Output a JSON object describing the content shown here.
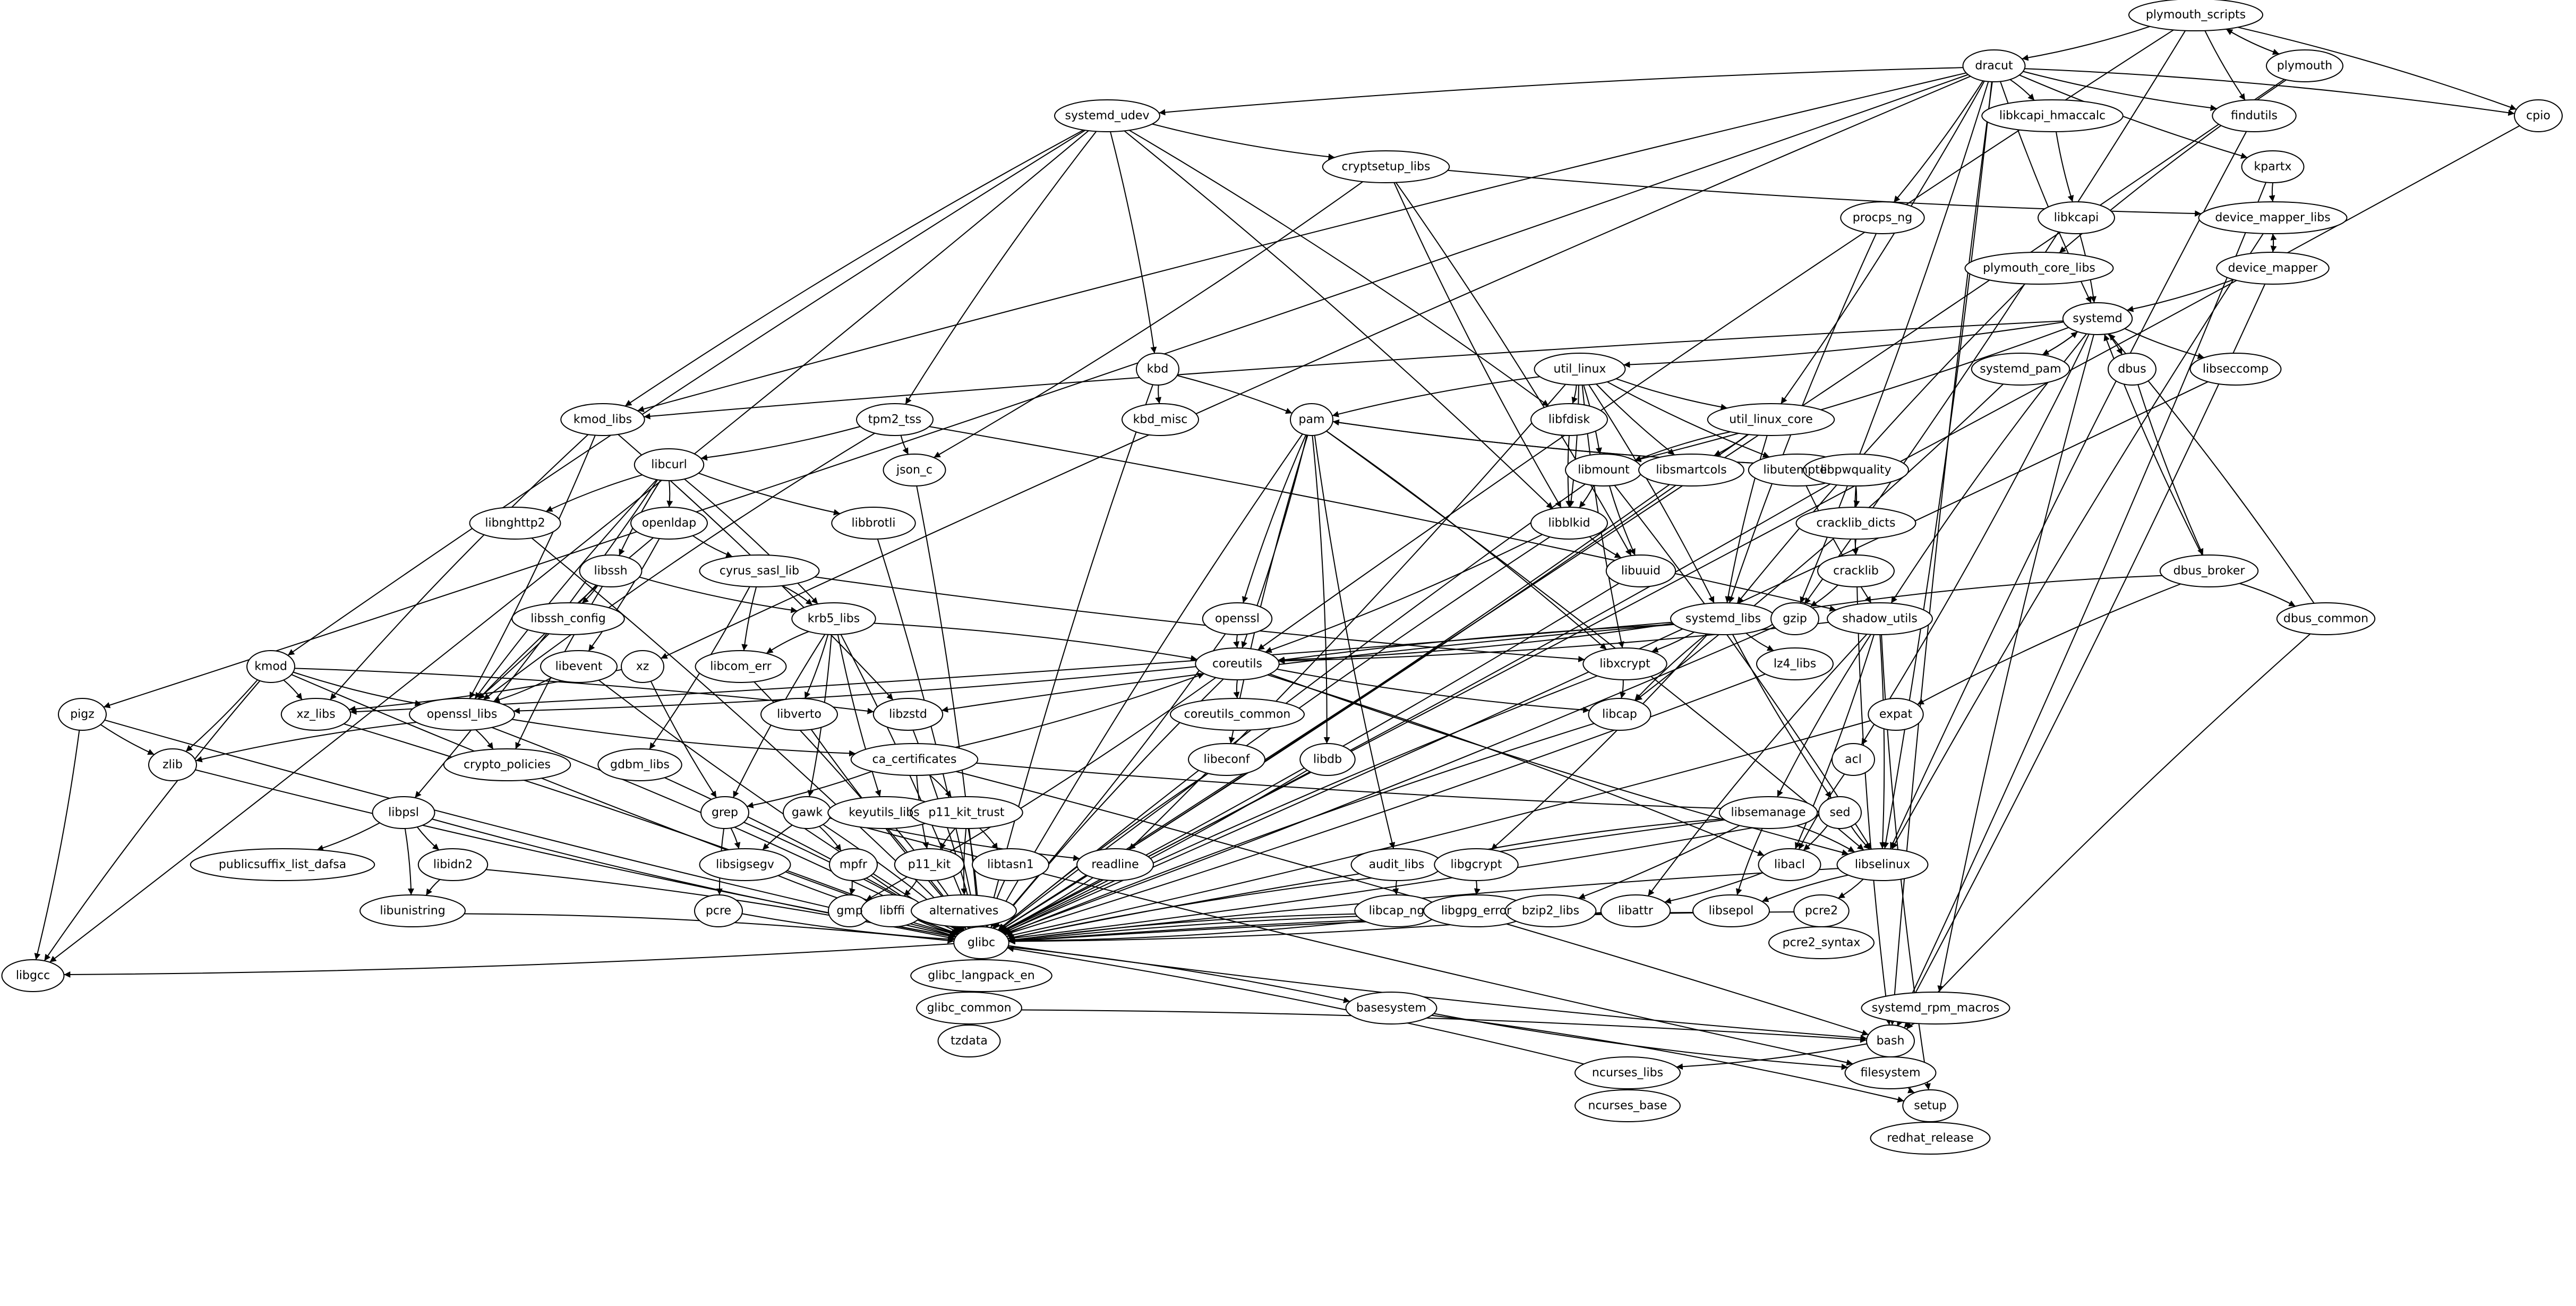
{
  "diagram": {
    "type": "dependency-graph",
    "colors": {
      "stroke": "#000000",
      "fill": "#ffffff",
      "text": "#000000"
    },
    "nodes": [
      "plymouth_scripts",
      "dracut",
      "plymouth",
      "systemd_udev",
      "libkcapi_hmaccalc",
      "findutils",
      "cpio",
      "cryptsetup_libs",
      "kpartx",
      "procps_ng",
      "libkcapi",
      "device_mapper_libs",
      "plymouth_core_libs",
      "device_mapper",
      "systemd",
      "systemd_pam",
      "dbus",
      "libseccomp",
      "util_linux",
      "kbd",
      "kmod_libs",
      "tpm2_tss",
      "kbd_misc",
      "pam",
      "libfdisk",
      "util_linux_core",
      "json_c",
      "libcurl",
      "libmount",
      "libsmartcols",
      "libutempter",
      "libpwquality",
      "libnghttp2",
      "openldap",
      "libbrotli",
      "libblkid",
      "cracklib_dicts",
      "libssh",
      "cyrus_sasl_lib",
      "libuuid",
      "cracklib",
      "dbus_broker",
      "libssh_config",
      "krb5_libs",
      "openssl",
      "systemd_libs",
      "gzip",
      "shadow_utils",
      "dbus_common",
      "kmod",
      "libevent",
      "xz",
      "libcom_err",
      "coreutils",
      "libxcrypt",
      "lz4_libs",
      "pigz",
      "xz_libs",
      "openssl_libs",
      "libverto",
      "libzstd",
      "coreutils_common",
      "libcap",
      "expat",
      "zlib",
      "crypto_policies",
      "gdbm_libs",
      "ca_certificates",
      "libeconf",
      "libdb",
      "acl",
      "libpsl",
      "grep",
      "gawk",
      "keyutils_libs",
      "p11_kit_trust",
      "libsemanage",
      "sed",
      "publicsuffix_list_dafsa",
      "libidn2",
      "libsigsegv",
      "mpfr",
      "p11_kit",
      "libtasn1",
      "readline",
      "audit_libs",
      "libgcrypt",
      "libacl",
      "libselinux",
      "libunistring",
      "pcre",
      "gmp",
      "libffi",
      "alternatives",
      "libcap_ng",
      "libgpg_error",
      "bzip2_libs",
      "libattr",
      "libsepol",
      "pcre2",
      "libgcc",
      "glibc",
      "pcre2_syntax",
      "glibc_langpack_en",
      "glibc_common",
      "basesystem",
      "systemd_rpm_macros",
      "tzdata",
      "bash",
      "ncurses_libs",
      "filesystem",
      "ncurses_base",
      "setup",
      "redhat_release"
    ],
    "edges": [
      [
        "plymouth_scripts",
        "dracut"
      ],
      [
        "plymouth_scripts",
        "plymouth"
      ],
      [
        "plymouth",
        "plymouth_scripts"
      ],
      [
        "plymouth_scripts",
        "findutils"
      ],
      [
        "plymouth_scripts",
        "cpio"
      ],
      [
        "plymouth_scripts",
        "coreutils"
      ],
      [
        "plymouth_scripts",
        "gzip"
      ],
      [
        "plymouth",
        "plymouth_core_libs"
      ],
      [
        "plymouth",
        "glibc"
      ],
      [
        "dracut",
        "systemd_udev"
      ],
      [
        "dracut",
        "libkcapi_hmaccalc"
      ],
      [
        "dracut",
        "findutils"
      ],
      [
        "dracut",
        "cpio"
      ],
      [
        "dracut",
        "kpartx"
      ],
      [
        "dracut",
        "procps_ng"
      ],
      [
        "dracut",
        "systemd"
      ],
      [
        "dracut",
        "util_linux_core"
      ],
      [
        "dracut",
        "kmod_libs"
      ],
      [
        "dracut",
        "pigz"
      ],
      [
        "dracut",
        "xz"
      ],
      [
        "dracut",
        "gzip"
      ],
      [
        "dracut",
        "bash"
      ],
      [
        "dracut",
        "libselinux"
      ],
      [
        "systemd_udev",
        "cryptsetup_libs"
      ],
      [
        "systemd_udev",
        "kbd"
      ],
      [
        "systemd_udev",
        "tpm2_tss"
      ],
      [
        "systemd_udev",
        "libfdisk"
      ],
      [
        "systemd_udev",
        "kmod"
      ],
      [
        "systemd_udev",
        "libgcc"
      ],
      [
        "systemd_udev",
        "kmod_libs"
      ],
      [
        "systemd_udev",
        "libblkid"
      ],
      [
        "cryptsetup_libs",
        "device_mapper_libs"
      ],
      [
        "cryptsetup_libs",
        "json_c"
      ],
      [
        "cryptsetup_libs",
        "libblkid"
      ],
      [
        "cryptsetup_libs",
        "libuuid"
      ],
      [
        "libkcapi_hmaccalc",
        "libkcapi"
      ],
      [
        "libkcapi",
        "systemd"
      ],
      [
        "kpartx",
        "device_mapper_libs"
      ],
      [
        "kpartx",
        "bash"
      ],
      [
        "findutils",
        "libselinux"
      ],
      [
        "cpio",
        "glibc"
      ],
      [
        "procps_ng",
        "systemd_libs"
      ],
      [
        "device_mapper_libs",
        "device_mapper"
      ],
      [
        "device_mapper",
        "device_mapper_libs"
      ],
      [
        "device_mapper",
        "systemd"
      ],
      [
        "device_mapper_libs",
        "libselinux"
      ],
      [
        "device_mapper",
        "bash"
      ],
      [
        "plymouth_core_libs",
        "systemd_libs"
      ],
      [
        "systemd",
        "systemd_pam"
      ],
      [
        "systemd_pam",
        "systemd"
      ],
      [
        "systemd",
        "dbus"
      ],
      [
        "systemd",
        "libseccomp"
      ],
      [
        "systemd",
        "util_linux"
      ],
      [
        "systemd",
        "kmod_libs"
      ],
      [
        "systemd",
        "libmount"
      ],
      [
        "systemd",
        "shadow_utils"
      ],
      [
        "systemd",
        "acl"
      ],
      [
        "systemd",
        "systemd_rpm_macros"
      ],
      [
        "dbus_broker",
        "systemd"
      ],
      [
        "dbus_common",
        "systemd"
      ],
      [
        "systemd_pam",
        "libcap"
      ],
      [
        "dbus",
        "dbus_broker"
      ],
      [
        "libseccomp",
        "glibc"
      ],
      [
        "util_linux",
        "pam"
      ],
      [
        "util_linux",
        "libfdisk"
      ],
      [
        "util_linux",
        "util_linux_core"
      ],
      [
        "util_linux",
        "libmount"
      ],
      [
        "util_linux",
        "libsmartcols"
      ],
      [
        "util_linux",
        "libblkid"
      ],
      [
        "util_linux",
        "libutempter"
      ],
      [
        "util_linux",
        "systemd_libs"
      ],
      [
        "util_linux",
        "libxcrypt"
      ],
      [
        "util_linux",
        "readline"
      ],
      [
        "util_linux_core",
        "libmount"
      ],
      [
        "util_linux_core",
        "libsmartcols"
      ],
      [
        "util_linux_core",
        "systemd_libs"
      ],
      [
        "util_linux_core",
        "glibc"
      ],
      [
        "kbd",
        "kbd_misc"
      ],
      [
        "kbd",
        "pam"
      ],
      [
        "kbd",
        "glibc"
      ],
      [
        "kmod_libs",
        "openssl_libs"
      ],
      [
        "kmod_libs",
        "xz_libs"
      ],
      [
        "kmod_libs",
        "libzstd"
      ],
      [
        "tpm2_tss",
        "json_c"
      ],
      [
        "tpm2_tss",
        "libcurl"
      ],
      [
        "tpm2_tss",
        "openssl_libs"
      ],
      [
        "tpm2_tss",
        "shadow_utils"
      ],
      [
        "pam",
        "libpwquality"
      ],
      [
        "libpwquality",
        "pam"
      ],
      [
        "pam",
        "openssl"
      ],
      [
        "pam",
        "coreutils"
      ],
      [
        "pam",
        "libeconf"
      ],
      [
        "pam",
        "libdb"
      ],
      [
        "pam",
        "audit_libs"
      ],
      [
        "pam",
        "libxcrypt"
      ],
      [
        "pam",
        "glibc"
      ],
      [
        "pam",
        "libselinux"
      ],
      [
        "libfdisk",
        "libblkid"
      ],
      [
        "json_c",
        "glibc"
      ],
      [
        "libcurl",
        "libnghttp2"
      ],
      [
        "libcurl",
        "openldap"
      ],
      [
        "libcurl",
        "libssh"
      ],
      [
        "libcurl",
        "krb5_libs"
      ],
      [
        "libcurl",
        "libbrotli"
      ],
      [
        "libcurl",
        "libpsl"
      ],
      [
        "libcurl",
        "openssl_libs"
      ],
      [
        "libmount",
        "libblkid"
      ],
      [
        "libmount",
        "libuuid"
      ],
      [
        "libmount",
        "libselinux"
      ],
      [
        "libmount",
        "glibc"
      ],
      [
        "libsmartcols",
        "glibc"
      ],
      [
        "libutempter",
        "shadow_utils"
      ],
      [
        "libpwquality",
        "cracklib_dicts"
      ],
      [
        "libpwquality",
        "cracklib"
      ],
      [
        "libpwquality",
        "glibc"
      ],
      [
        "cracklib_dicts",
        "cracklib"
      ],
      [
        "cracklib",
        "gzip"
      ],
      [
        "cracklib",
        "bash"
      ],
      [
        "libnghttp2",
        "glibc"
      ],
      [
        "openldap",
        "cyrus_sasl_lib"
      ],
      [
        "openldap",
        "libevent"
      ],
      [
        "openldap",
        "openssl_libs"
      ],
      [
        "libbrotli",
        "glibc"
      ],
      [
        "libblkid",
        "libuuid"
      ],
      [
        "libblkid",
        "coreutils"
      ],
      [
        "libblkid",
        "glibc"
      ],
      [
        "libssh",
        "libssh_config"
      ],
      [
        "libssh",
        "krb5_libs"
      ],
      [
        "libssh",
        "openssl_libs"
      ],
      [
        "libssh",
        "crypto_policies"
      ],
      [
        "cyrus_sasl_lib",
        "krb5_libs"
      ],
      [
        "cyrus_sasl_lib",
        "libcom_err"
      ],
      [
        "cyrus_sasl_lib",
        "gdbm_libs"
      ],
      [
        "cyrus_sasl_lib",
        "libxcrypt"
      ],
      [
        "libuuid",
        "glibc"
      ],
      [
        "dbus_broker",
        "systemd_libs"
      ],
      [
        "dbus_broker",
        "dbus_common"
      ],
      [
        "dbus_broker",
        "expat"
      ],
      [
        "krb5_libs",
        "coreutils"
      ],
      [
        "krb5_libs",
        "libcom_err"
      ],
      [
        "krb5_libs",
        "libverto"
      ],
      [
        "krb5_libs",
        "keyutils_libs"
      ],
      [
        "krb5_libs",
        "gawk"
      ],
      [
        "krb5_libs",
        "grep"
      ],
      [
        "krb5_libs",
        "glibc"
      ],
      [
        "openssl",
        "coreutils"
      ],
      [
        "openssl",
        "glibc"
      ],
      [
        "systemd_libs",
        "lz4_libs"
      ],
      [
        "systemd_libs",
        "libgcrypt"
      ],
      [
        "systemd_libs",
        "libcap"
      ],
      [
        "systemd_libs",
        "xz_libs"
      ],
      [
        "systemd_libs",
        "libzstd"
      ],
      [
        "systemd_libs",
        "libxcrypt"
      ],
      [
        "systemd_libs",
        "sed"
      ],
      [
        "systemd_libs",
        "coreutils"
      ],
      [
        "gzip",
        "coreutils"
      ],
      [
        "gzip",
        "glibc"
      ],
      [
        "shadow_utils",
        "libsemanage"
      ],
      [
        "shadow_utils",
        "libacl"
      ],
      [
        "shadow_utils",
        "libattr"
      ],
      [
        "shadow_utils",
        "coreutils"
      ],
      [
        "shadow_utils",
        "setup"
      ],
      [
        "shadow_utils",
        "libselinux"
      ],
      [
        "dbus_common",
        "bash"
      ],
      [
        "kmod",
        "xz_libs"
      ],
      [
        "kmod",
        "openssl_libs"
      ],
      [
        "kmod",
        "zlib"
      ],
      [
        "kmod",
        "libgcc"
      ],
      [
        "kmod",
        "libzstd"
      ],
      [
        "kmod",
        "glibc"
      ],
      [
        "libevent",
        "openssl_libs"
      ],
      [
        "libevent",
        "glibc"
      ],
      [
        "xz",
        "xz_libs"
      ],
      [
        "xz",
        "grep"
      ],
      [
        "libcom_err",
        "glibc"
      ],
      [
        "coreutils",
        "coreutils_common"
      ],
      [
        "coreutils",
        "openssl_libs"
      ],
      [
        "coreutils",
        "libcap"
      ],
      [
        "coreutils",
        "gmp"
      ],
      [
        "coreutils",
        "libselinux"
      ],
      [
        "coreutils",
        "libacl"
      ],
      [
        "coreutils",
        "glibc"
      ],
      [
        "libxcrypt",
        "libcap"
      ],
      [
        "libxcrypt",
        "glibc"
      ],
      [
        "lz4_libs",
        "glibc"
      ],
      [
        "pigz",
        "zlib"
      ],
      [
        "pigz",
        "libgcc"
      ],
      [
        "pigz",
        "glibc"
      ],
      [
        "xz_libs",
        "glibc"
      ],
      [
        "openssl_libs",
        "zlib"
      ],
      [
        "openssl_libs",
        "crypto_policies"
      ],
      [
        "openssl_libs",
        "ca_certificates"
      ],
      [
        "openssl_libs",
        "glibc"
      ],
      [
        "libverto",
        "glibc"
      ],
      [
        "libzstd",
        "glibc"
      ],
      [
        "libcap",
        "glibc"
      ],
      [
        "expat",
        "glibc"
      ],
      [
        "zlib",
        "glibc"
      ],
      [
        "gdbm_libs",
        "glibc"
      ],
      [
        "ca_certificates",
        "coreutils"
      ],
      [
        "ca_certificates",
        "p11_kit_trust"
      ],
      [
        "ca_certificates",
        "p11_kit"
      ],
      [
        "ca_certificates",
        "grep"
      ],
      [
        "ca_certificates",
        "sed"
      ],
      [
        "ca_certificates",
        "bash"
      ],
      [
        "libeconf",
        "glibc"
      ],
      [
        "libdb",
        "glibc"
      ],
      [
        "acl",
        "libacl"
      ],
      [
        "libpsl",
        "publicsuffix_list_dafsa"
      ],
      [
        "libpsl",
        "libidn2"
      ],
      [
        "libpsl",
        "libunistring"
      ],
      [
        "libpsl",
        "glibc"
      ],
      [
        "grep",
        "libsigsegv"
      ],
      [
        "grep",
        "pcre"
      ],
      [
        "grep",
        "glibc"
      ],
      [
        "gawk",
        "libsigsegv"
      ],
      [
        "gawk",
        "mpfr"
      ],
      [
        "gawk",
        "readline"
      ],
      [
        "gawk",
        "glibc"
      ],
      [
        "gawk",
        "filesystem"
      ],
      [
        "keyutils_libs",
        "glibc"
      ],
      [
        "p11_kit_trust",
        "p11_kit"
      ],
      [
        "p11_kit_trust",
        "libtasn1"
      ],
      [
        "p11_kit_trust",
        "alternatives"
      ],
      [
        "p11_kit_trust",
        "glibc"
      ],
      [
        "libsemanage",
        "audit_libs"
      ],
      [
        "libsemanage",
        "bzip2_libs"
      ],
      [
        "libsemanage",
        "libsepol"
      ],
      [
        "libsemanage",
        "libselinux"
      ],
      [
        "libsemanage",
        "glibc"
      ],
      [
        "sed",
        "libacl"
      ],
      [
        "sed",
        "libselinux"
      ],
      [
        "sed",
        "glibc"
      ],
      [
        "libidn2",
        "libunistring"
      ],
      [
        "libidn2",
        "glibc"
      ],
      [
        "libsigsegv",
        "glibc"
      ],
      [
        "mpfr",
        "gmp"
      ],
      [
        "mpfr",
        "glibc"
      ],
      [
        "p11_kit",
        "libffi"
      ],
      [
        "libtasn1",
        "glibc"
      ],
      [
        "readline",
        "glibc"
      ],
      [
        "audit_libs",
        "libcap_ng"
      ],
      [
        "libgcrypt",
        "libgpg_error"
      ],
      [
        "libgcrypt",
        "glibc"
      ],
      [
        "libacl",
        "libattr"
      ],
      [
        "libselinux",
        "libsepol"
      ],
      [
        "libselinux",
        "pcre2"
      ],
      [
        "libselinux",
        "glibc"
      ],
      [
        "libunistring",
        "glibc"
      ],
      [
        "pcre",
        "glibc"
      ],
      [
        "gmp",
        "glibc"
      ],
      [
        "libffi",
        "glibc"
      ],
      [
        "alternatives",
        "glibc"
      ],
      [
        "libcap_ng",
        "glibc"
      ],
      [
        "libgpg_error",
        "glibc"
      ],
      [
        "bzip2_libs",
        "glibc"
      ],
      [
        "libattr",
        "glibc"
      ],
      [
        "libsepol",
        "glibc"
      ],
      [
        "pcre2",
        "pcre2_syntax"
      ],
      [
        "pcre2",
        "glibc"
      ],
      [
        "glibc",
        "libgcc"
      ],
      [
        "glibc",
        "glibc_langpack_en"
      ],
      [
        "glibc",
        "basesystem"
      ],
      [
        "glibc",
        "bash"
      ],
      [
        "glibc_langpack_en",
        "glibc_common"
      ],
      [
        "glibc_common",
        "tzdata"
      ],
      [
        "glibc_common",
        "bash"
      ],
      [
        "basesystem",
        "filesystem"
      ],
      [
        "basesystem",
        "setup"
      ],
      [
        "systemd_rpm_macros",
        "bash"
      ],
      [
        "bash",
        "filesystem"
      ],
      [
        "filesystem",
        "bash"
      ],
      [
        "bash",
        "ncurses_libs"
      ],
      [
        "ncurses_libs",
        "glibc"
      ],
      [
        "ncurses_libs",
        "ncurses_base"
      ],
      [
        "filesystem",
        "setup"
      ],
      [
        "setup",
        "redhat_release"
      ]
    ]
  }
}
